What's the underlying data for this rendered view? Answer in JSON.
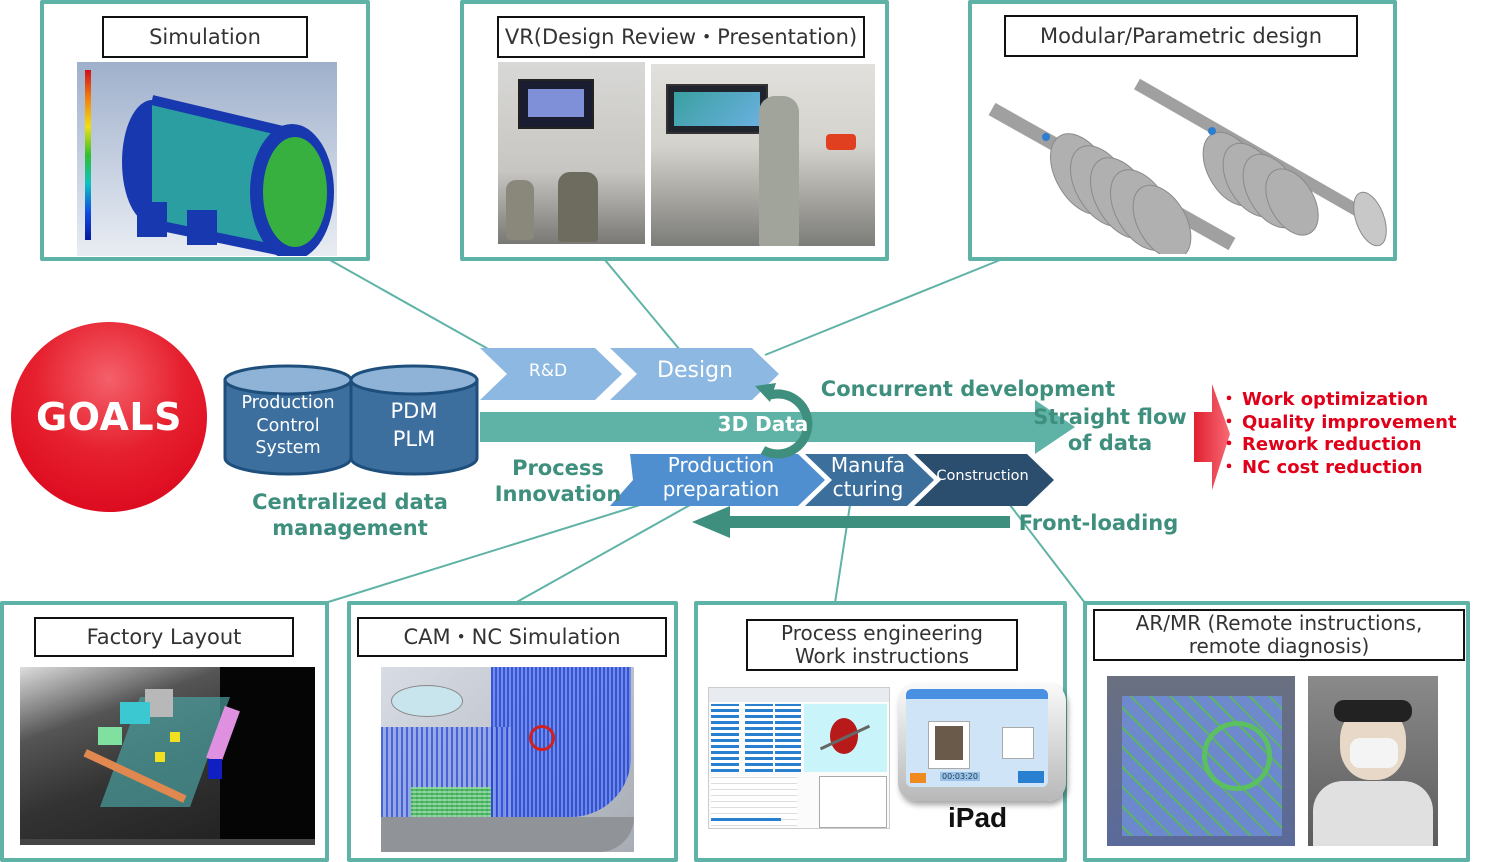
{
  "panels": {
    "simulation": {
      "title": "Simulation",
      "image": "FEM stress analysis of cylindrical casing with color scale"
    },
    "vr": {
      "title": "VR(Design Review・Presentation)",
      "images": [
        "VR headset user kneeling with monitor",
        "VR headset user standing with display"
      ]
    },
    "modular": {
      "title": "Modular/Parametric design",
      "image": "Two rotor shaft 3D models"
    },
    "factory_layout": {
      "title": "Factory Layout",
      "image": "Point cloud factory layout with machine models"
    },
    "cam_nc": {
      "title": "CAM・NC Simulation",
      "image": "Toolpath simulation on impeller"
    },
    "process_eng": {
      "title_line1": "Process engineering",
      "title_line2": "Work instructions",
      "image": "Process engineering software with rotor model",
      "tablet_label": "iPad",
      "tablet_timer": "00:03:20"
    },
    "ar_mr": {
      "title_line1": "AR/MR (Remote instructions,",
      "title_line2": "remote diagnosis)",
      "images": [
        "AR overlay on machinery",
        "Worker with HoloLens headset"
      ]
    }
  },
  "goals": {
    "label": "GOALS"
  },
  "databases": [
    {
      "lines": [
        "Production",
        "Control",
        "System"
      ]
    },
    {
      "lines": [
        "PDM",
        "PLM"
      ]
    }
  ],
  "centralized": {
    "line1": "Centralized data",
    "line2": "management"
  },
  "upper_stages": [
    {
      "label": "R&D"
    },
    {
      "label": "Design"
    }
  ],
  "lower_stages": [
    {
      "line1": "Production",
      "line2": "preparation"
    },
    {
      "line1": "Manufa",
      "line2": "cturing"
    },
    {
      "line1": "Construction"
    }
  ],
  "main_arrow": {
    "label": "3D Data"
  },
  "annotations": {
    "concurrent": "Concurrent development",
    "straight_flow_line1": "Straight flow",
    "straight_flow_line2": "of data",
    "process_innovation_line1": "Process",
    "process_innovation_line2": "Innovation",
    "front_loading": "Front-loading"
  },
  "outcomes": [
    "Work optimization",
    "Quality improvement",
    "Rework reduction",
    "NC cost reduction"
  ],
  "colors": {
    "teal": "#5fb3a6",
    "teal_dark": "#3f8f7e",
    "chevron_light": "#8db8e2",
    "chevron_mid": "#4f8fcf",
    "chevron_steel": "#3d6f9c",
    "chevron_navy": "#2b4d6e",
    "db_blue": "#3c6e9e",
    "goal_red": "#e0001a"
  }
}
